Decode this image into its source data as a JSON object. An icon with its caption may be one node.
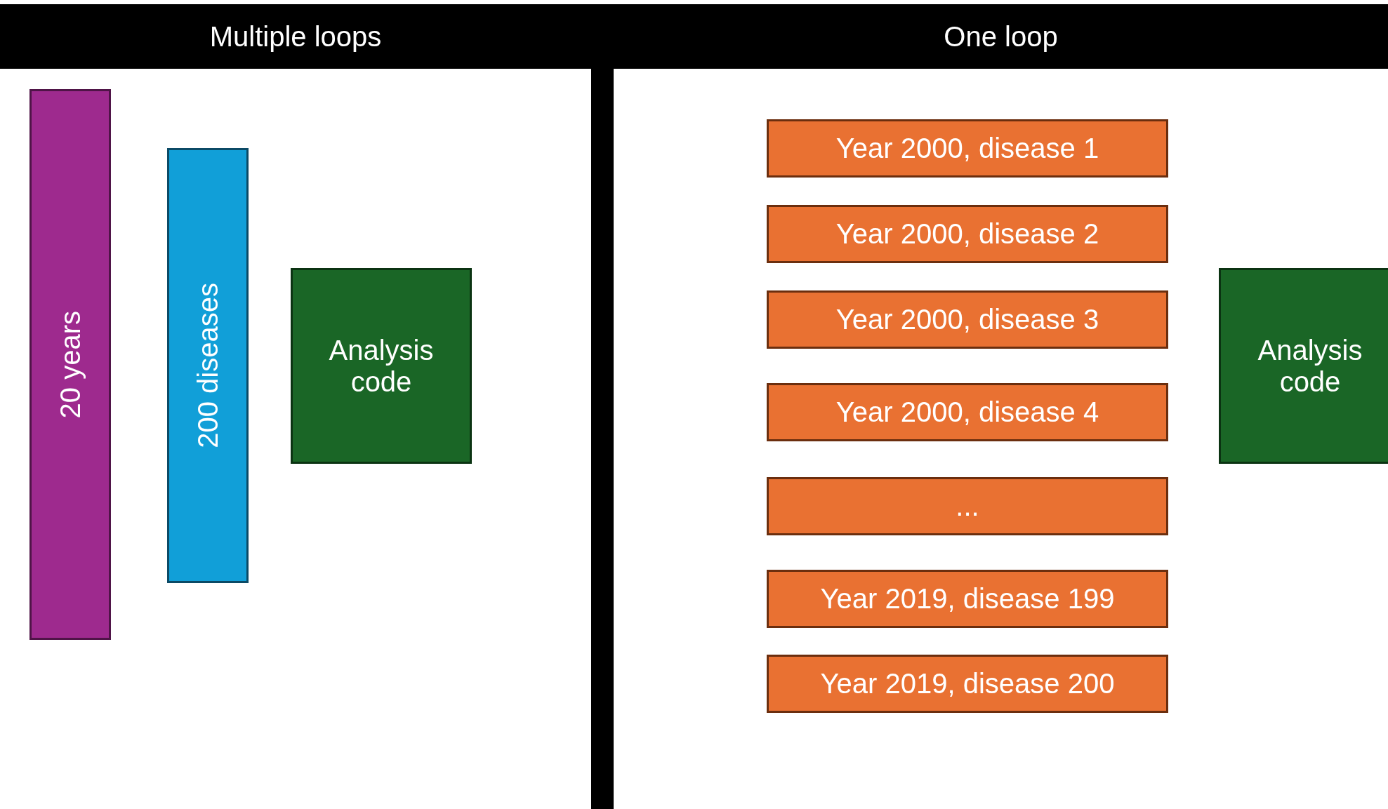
{
  "diagram": {
    "nodes": [
      {
        "text": [
          "Multiple loops"
        ]
      },
      {
        "text": [
          "20 years"
        ],
        "in": 0
      },
      {
        "text": [
          "200 diseases"
        ],
        "in": 0
      },
      {
        "text": [
          "Analysis code"
        ],
        "in": 0
      },
      {
        "text": [
          "One loop"
        ]
      },
      {
        "text": [
          "Year 2000, disease 1"
        ],
        "in": 4
      },
      {
        "text": [
          "Year 2000, disease 2"
        ],
        "in": 4
      },
      {
        "text": [
          "Year 2000, disease 3"
        ],
        "in": 4
      },
      {
        "text": [
          "Year 2000, disease 4"
        ],
        "in": 4
      },
      {
        "text": [
          "..."
        ],
        "in": 4
      },
      {
        "text": [
          "Year 2019, disease 199"
        ],
        "in": 4
      },
      {
        "text": [
          "Year 2019, disease 200"
        ],
        "in": 4
      },
      {
        "text": [
          "Analysis code"
        ],
        "in": 4
      }
    ]
  }
}
